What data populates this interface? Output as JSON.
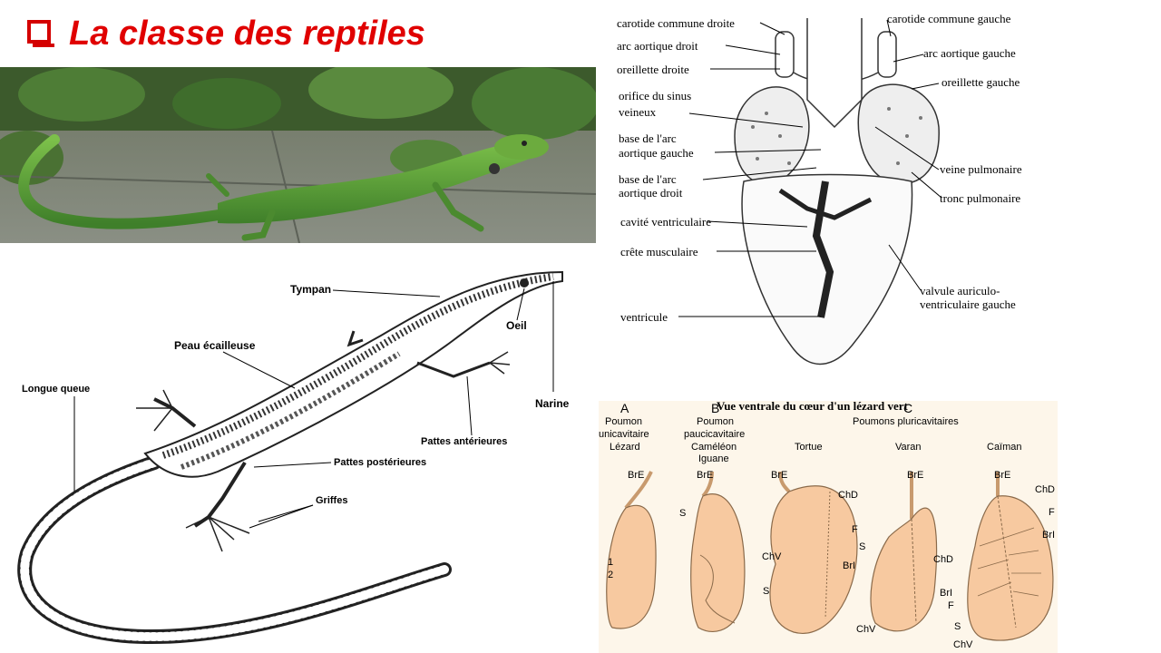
{
  "title": "La classe des reptiles",
  "lizard_diagram": {
    "labels": {
      "tympan": "Tympan",
      "oeil": "Oeil",
      "peau": "Peau écailleuse",
      "narine": "Narine",
      "queue": "Longue queue",
      "pattes_ant": "Pattes antérieures",
      "pattes_post": "Pattes postérieures",
      "griffes": "Griffes"
    }
  },
  "heart_diagram": {
    "caption": "Vue ventrale du cœur d'un lézard vert",
    "labels": {
      "carotide_droite": "carotide commune droite",
      "carotide_gauche": "carotide commune gauche",
      "arc_droit": "arc aortique droit",
      "arc_gauche": "arc aortique gauche",
      "oreillette_droite": "oreillette droite",
      "oreillette_gauche": "oreillette gauche",
      "orifice_1": "orifice du sinus",
      "orifice_2": "veineux",
      "base_gauche_1": "base de l'arc",
      "base_gauche_2": "aortique gauche",
      "base_droit_1": "base de l'arc",
      "base_droit_2": "aortique droit",
      "veine_pulmonaire": "veine pulmonaire",
      "tronc_pulmonaire": "tronc pulmonaire",
      "cavite": "cavité ventriculaire",
      "crete": "crête musculaire",
      "valvule_1": "valvule auriculo-",
      "valvule_2": "ventriculaire gauche",
      "ventricule": "ventricule"
    }
  },
  "lung_diagram": {
    "group_label": "Poumons pluricavitaires",
    "columns": [
      {
        "letter": "A",
        "name_lines": [
          "Poumon",
          "unicavitaire",
          "Lézard"
        ]
      },
      {
        "letter": "B",
        "name_lines": [
          "Poumon",
          "paucicavitaire",
          "Caméléon",
          "Iguane"
        ]
      },
      {
        "letter": "C",
        "name_lines": [
          "Tortue"
        ]
      },
      {
        "letter": "",
        "name_lines": [
          "Varan"
        ]
      },
      {
        "letter": "",
        "name_lines": [
          "Caïman"
        ]
      }
    ],
    "abbrev": {
      "bre": "BrE",
      "s": "S",
      "chd": "ChD",
      "f": "F",
      "chv": "ChV",
      "bri": "BrI",
      "one": "1",
      "two": "2"
    }
  },
  "colors": {
    "title": "#e00000",
    "lung_fill": "#f7c9a0",
    "lung_bg": "#fdf6ea",
    "lizard_green": "#5a9a3c"
  }
}
